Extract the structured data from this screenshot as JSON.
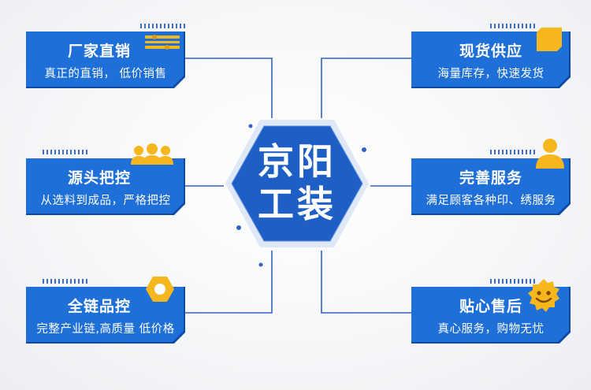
{
  "center": {
    "line1": "京阳",
    "line2": "工装"
  },
  "cards": [
    {
      "title": "厂家直销",
      "desc": "真正的直销，   低价销售",
      "icon": "ruler-tools-icon"
    },
    {
      "title": "源头把控",
      "desc": "从选料到成品，严格把控",
      "icon": "people-group-icon"
    },
    {
      "title": "全链品控",
      "desc": "完整产业链,高质量  低价格",
      "icon": "hex-nut-icon"
    },
    {
      "title": "现货供应",
      "desc": "海量库存，快速发货",
      "icon": "box-icon"
    },
    {
      "title": "完善服务",
      "desc": "满足顾客各种印、绣服务",
      "icon": "user-icon"
    },
    {
      "title": "贴心售后",
      "desc": "真心服务，购物无忧",
      "icon": "smiley-face-icon"
    }
  ],
  "colors": {
    "card_blue": "#1e6fd8",
    "card_shadow": "#0d4aa3",
    "accent_yellow": "#f6b71c",
    "line": "#2f63c4"
  }
}
